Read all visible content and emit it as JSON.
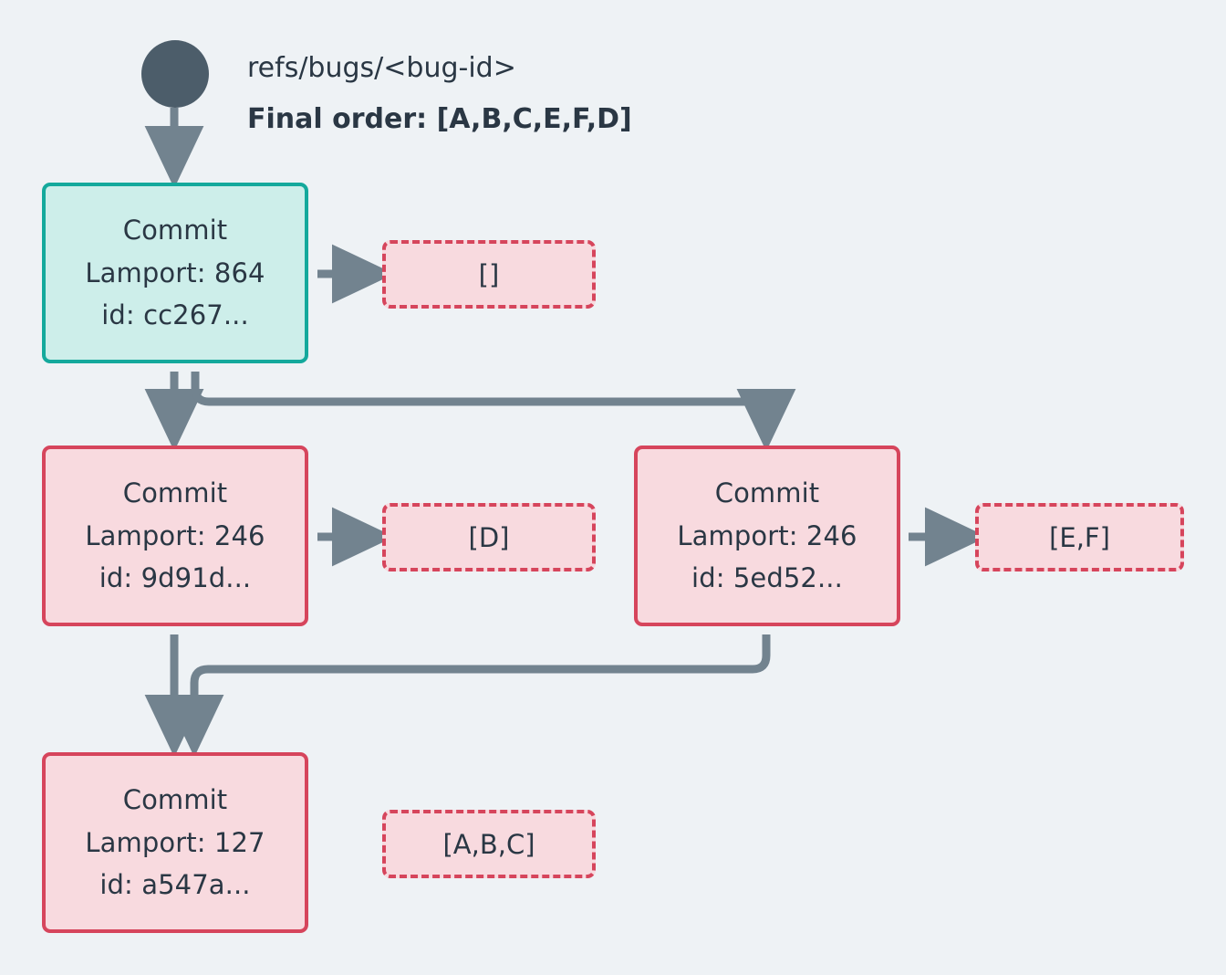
{
  "diagram": {
    "background_color": "#eef2f5",
    "root": {
      "icon": "filled-circle-node",
      "color": "#4c5d6a"
    },
    "header": {
      "ref_label": "refs/bugs/<bug-id>",
      "final_order_label": "Final order: [A,B,C,E,F,D]"
    },
    "colors": {
      "teal_border": "#14a99c",
      "teal_fill": "#cdeeea",
      "crimson_border": "#d6455c",
      "pink_fill": "#f8dadf",
      "arrow": "#72838f",
      "text": "#2a3744"
    },
    "nodes": [
      {
        "id": "commit-cc267",
        "title": "Commit",
        "lamport": "Lamport: 864",
        "commit_id": "id: cc267...",
        "style": "teal"
      },
      {
        "id": "commit-9d91d",
        "title": "Commit",
        "lamport": "Lamport: 246",
        "commit_id": "id: 9d91d...",
        "style": "pink"
      },
      {
        "id": "commit-5ed52",
        "title": "Commit",
        "lamport": "Lamport: 246",
        "commit_id": "id: 5ed52...",
        "style": "pink"
      },
      {
        "id": "commit-a547a",
        "title": "Commit",
        "lamport": "Lamport: 127",
        "commit_id": "id: a547a...",
        "style": "pink"
      }
    ],
    "badges": [
      {
        "id": "badge-cc267",
        "label": "[]"
      },
      {
        "id": "badge-9d91d",
        "label": "[D]"
      },
      {
        "id": "badge-5ed52",
        "label": "[E,F]"
      },
      {
        "id": "badge-a547a",
        "label": "[A,B,C]"
      }
    ]
  }
}
